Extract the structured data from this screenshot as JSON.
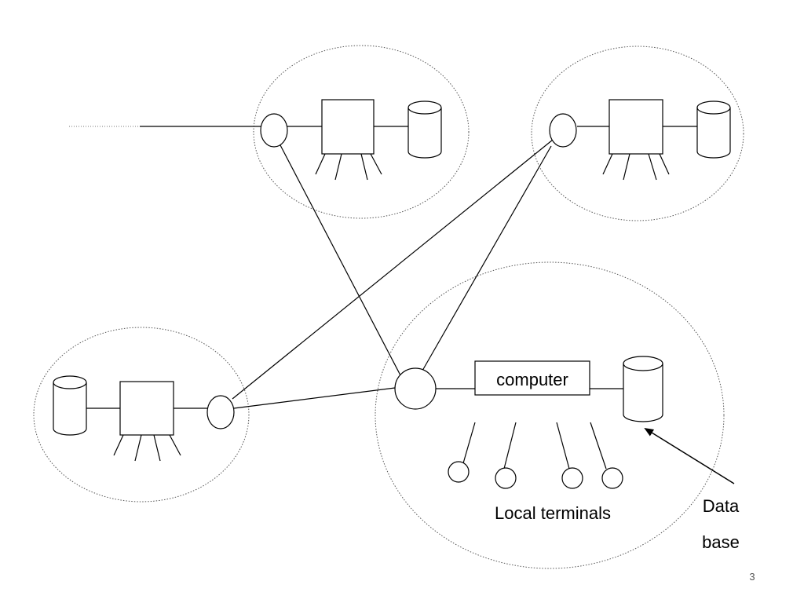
{
  "diagram": {
    "labels": {
      "computer": "computer",
      "terminals": "Local terminals",
      "database_line1": "Data",
      "database_line2": "base"
    },
    "page_number": "3",
    "colors": {
      "stroke": "#000000",
      "boundary": "#555555",
      "background": "#ffffff"
    }
  }
}
